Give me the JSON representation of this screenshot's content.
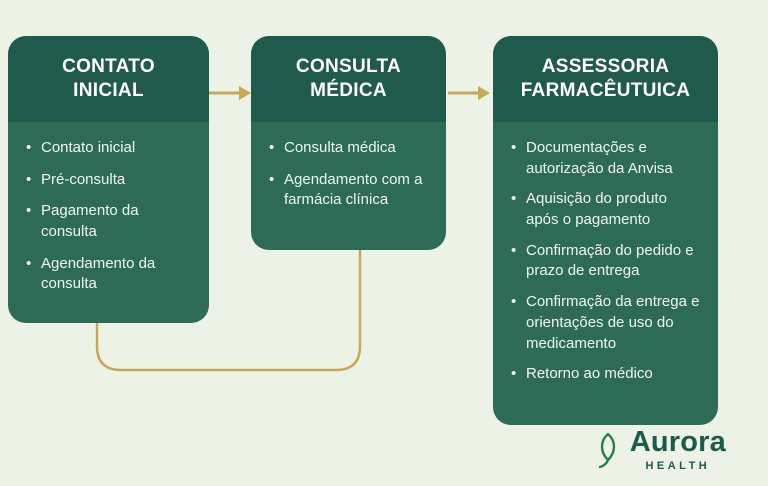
{
  "diagram": {
    "cards": [
      {
        "title_line1": "CONTATO",
        "title_line2": "INICIAL",
        "items": [
          "Contato inicial",
          "Pré-consulta",
          "Pagamento da consulta",
          "Agendamento da consulta"
        ]
      },
      {
        "title_line1": "CONSULTA",
        "title_line2": "MÉDICA",
        "items": [
          "Consulta médica",
          "Agendamento com a farmácia clínica"
        ]
      },
      {
        "title_line1": "ASSESSORIA",
        "title_line2": "FARMACÊUTUICA",
        "items": [
          "Documentações e autorização da Anvisa",
          "Aquisição do produto após o pagamento",
          "Confirmação do pedido e prazo de entrega",
          "Confirmação da entrega e orientações de uso do medicamento",
          "Retorno ao médico"
        ]
      }
    ]
  },
  "logo": {
    "brand": "Aurora",
    "subtitle": "HEALTH",
    "icon": "leaf-icon"
  },
  "colors": {
    "background": "#edf2e6",
    "card_header": "#1f5a4c",
    "card_body": "#2e6b57",
    "accent_arrow": "#c9a852",
    "logo_green": "#1d5a4c",
    "text": "#ffffff"
  }
}
